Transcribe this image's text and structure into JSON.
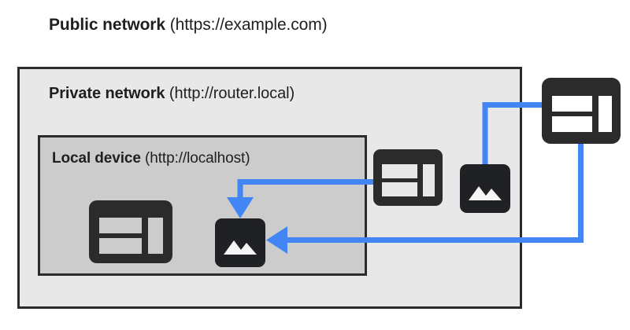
{
  "diagram": {
    "title": "Network boundary diagram",
    "colors": {
      "arrow": "#4285f4",
      "icon_dark": "#2b2b2b",
      "icon_dark_alt": "#202124",
      "public_bg": "#ffffff",
      "private_bg": "#e8e8e8",
      "local_bg": "#cccccc",
      "border": "#2b2b2b",
      "text": "#1f1f1f"
    },
    "zones": [
      {
        "id": "public",
        "name_bold": "Public network",
        "url": "(https://example.com)"
      },
      {
        "id": "private",
        "name_bold": "Private network",
        "url": "(http://router.local)"
      },
      {
        "id": "local",
        "name_bold": "Local device",
        "url": "(http://localhost)"
      }
    ],
    "nodes": [
      {
        "id": "local-page",
        "icon": "browser-window-icon",
        "zone": "local",
        "label": "Local device web page"
      },
      {
        "id": "local-image",
        "icon": "image-icon",
        "zone": "local",
        "label": "Local device image resource"
      },
      {
        "id": "private-page",
        "icon": "browser-window-icon",
        "zone": "private",
        "label": "Private network web page"
      },
      {
        "id": "private-image",
        "icon": "image-icon",
        "zone": "private",
        "label": "Private network image resource"
      },
      {
        "id": "public-page",
        "icon": "browser-window-icon",
        "zone": "public",
        "label": "Public network web page"
      }
    ],
    "connections": [
      {
        "id": "public-to-private-image",
        "from": "public-page",
        "to": "private-image",
        "label": "Public page requests private network image"
      },
      {
        "id": "private-to-local-image",
        "from": "private-page",
        "to": "local-image",
        "label": "Private page requests local device image"
      },
      {
        "id": "public-to-local-image",
        "from": "public-page",
        "to": "local-image",
        "label": "Public page requests local device image"
      }
    ]
  }
}
